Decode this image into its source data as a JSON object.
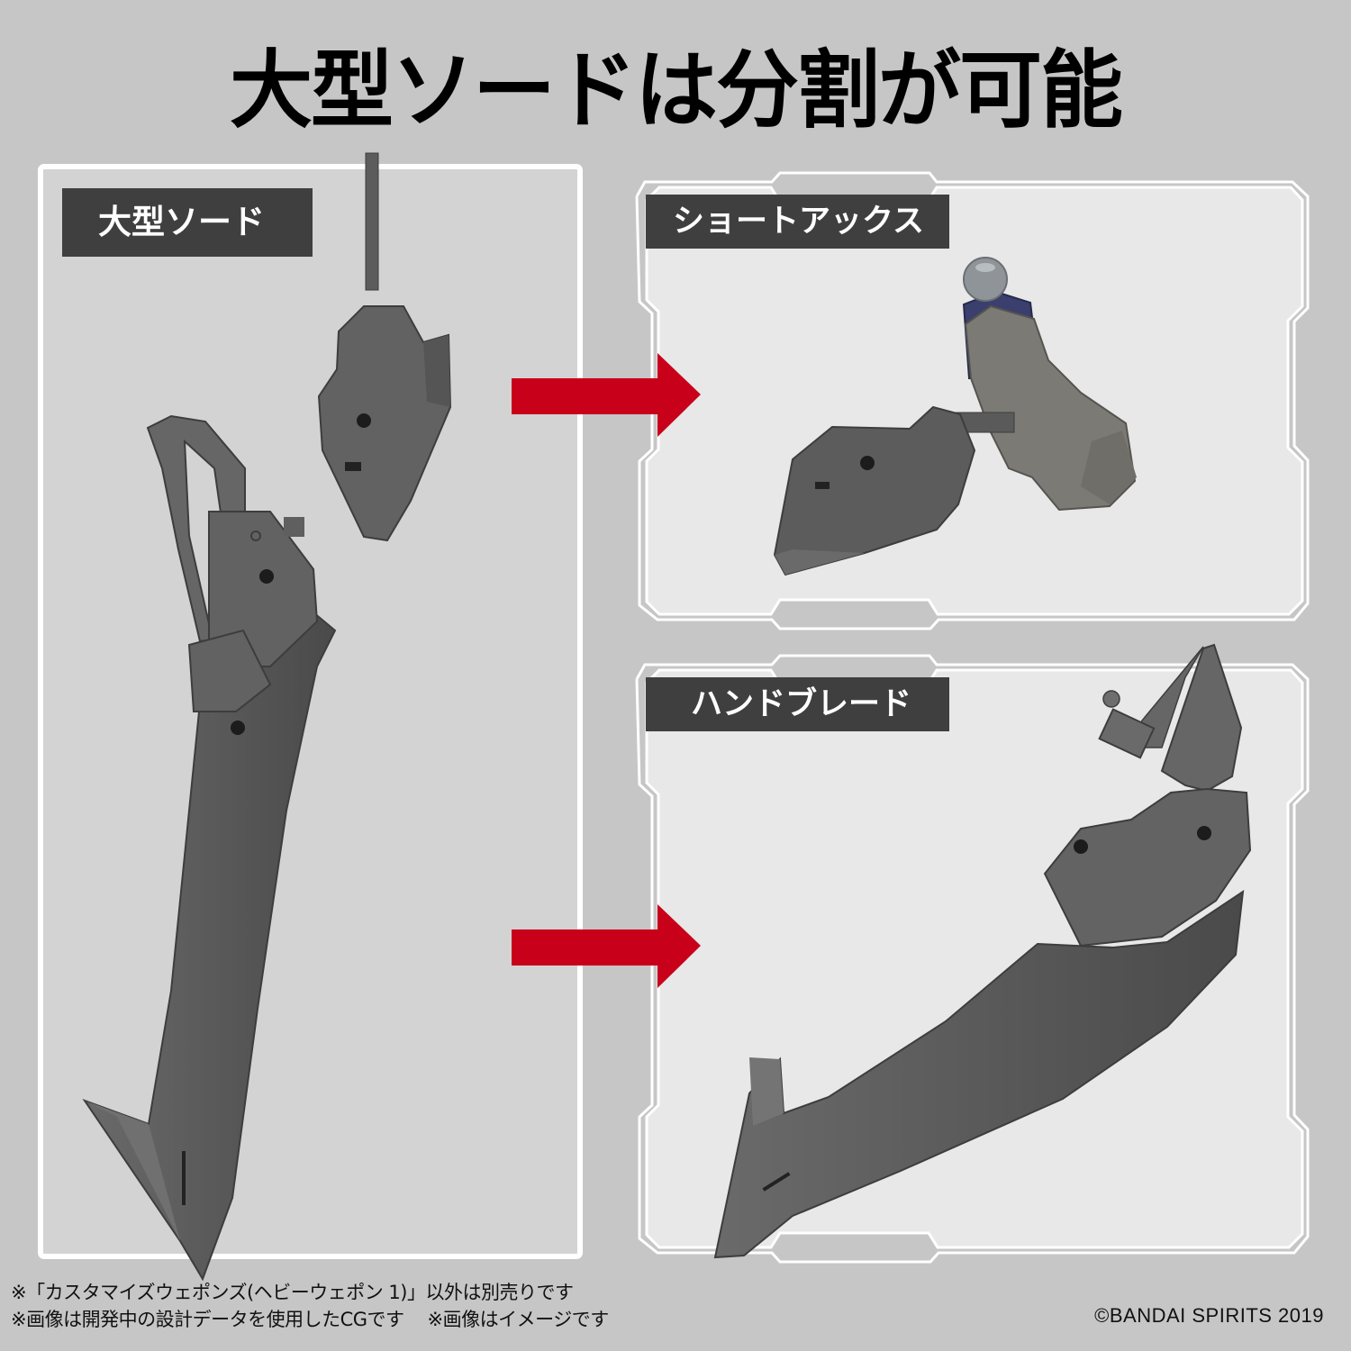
{
  "headline": "大型ソードは分割が可能",
  "colors": {
    "background": "#c6c6c6",
    "left_panel_fill": "#d3d3d3",
    "right_panel_fill": "#e8e8e8",
    "frame_line": "#ffffff",
    "label_bg": "#3f3f3f",
    "label_text": "#ffffff",
    "arrow": "#c8001a",
    "weapon_gray": "#585858"
  },
  "panels": {
    "source": {
      "label": "大型ソード",
      "item_icon": "large-sword-icon"
    },
    "results": [
      {
        "label": "ショートアックス",
        "item_icon": "short-axe-icon"
      },
      {
        "label": "ハンドブレード",
        "item_icon": "hand-blade-icon"
      }
    ]
  },
  "arrows": [
    {
      "icon": "arrow-right-icon",
      "target": "ショートアックス"
    },
    {
      "icon": "arrow-right-icon",
      "target": "ハンドブレード"
    }
  ],
  "footer": {
    "notes": [
      "※「カスタマイズウェポンズ(ヘビーウェポン 1)」以外は別売りです",
      "※画像は開発中の設計データを使用したCGです",
      "※画像はイメージです"
    ],
    "copyright": "©BANDAI SPIRITS 2019"
  }
}
